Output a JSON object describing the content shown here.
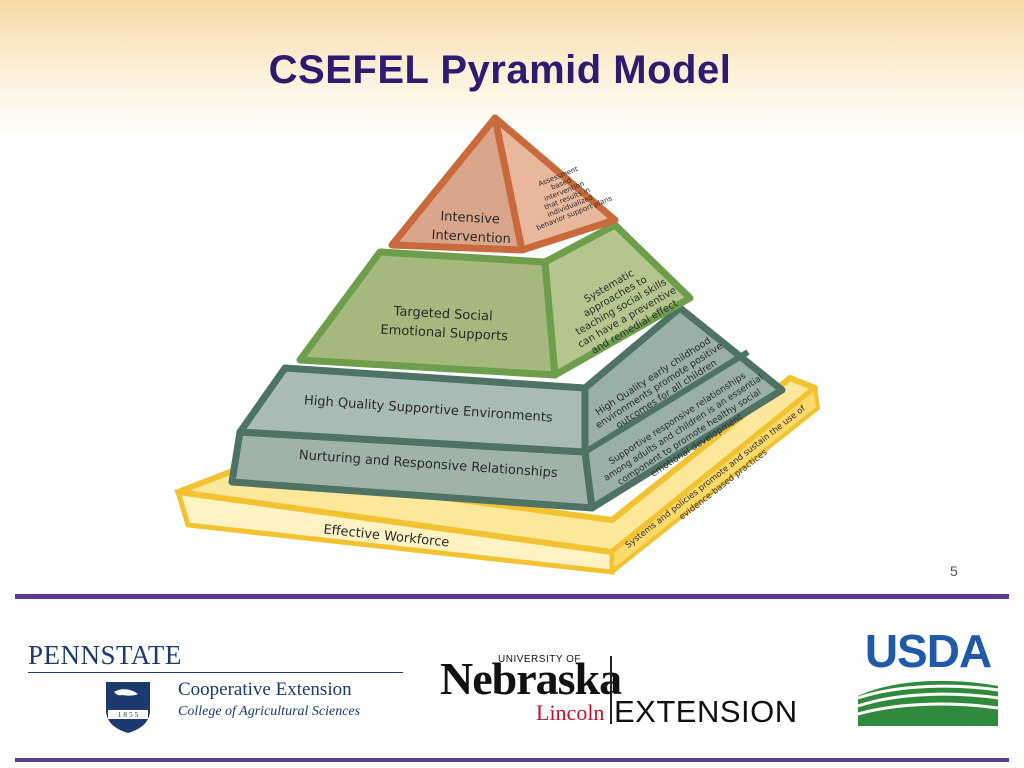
{
  "slide": {
    "title": "CSEFEL Pyramid Model",
    "page_number": "5"
  },
  "pyramid": {
    "tiers": [
      {
        "label_lines": [
          "Intensive",
          "Intervention"
        ],
        "side_lines": [
          "Assessment",
          "based",
          "intervention",
          "that results in",
          "individualized",
          "behavior support plans"
        ]
      },
      {
        "label_lines": [
          "Targeted Social",
          "Emotional Supports"
        ],
        "side_lines": [
          "Systematic",
          "approaches to",
          "teaching social skills",
          "can have a preventive",
          "and remedial effect"
        ]
      },
      {
        "label_lines": [
          "High Quality Supportive Environments"
        ],
        "side_lines": [
          "High Quality early childhood",
          "environments promote positive",
          "outcomes for all children"
        ]
      },
      {
        "label_lines": [
          "Nurturing and Responsive Relationships"
        ],
        "side_lines": [
          "Supportive responsive relationships",
          "among adults and children is an essential",
          "component to promote healthy social",
          "emotional development"
        ]
      }
    ],
    "base": {
      "label": "Effective Workforce",
      "side_lines": [
        "Systems and policies promote and sustain the use of",
        "evidence-based practices"
      ]
    },
    "colors": {
      "top_front": "#d9a58b",
      "top_side": "#e8b89c",
      "top_outline": "#c96a3d",
      "middle_front": "#a5b97e",
      "middle_side": "#b4c68e",
      "middle_outline": "#6e9e4c",
      "lower_front": "#9fb3a9",
      "lower_side": "#a9bcb3",
      "lower_outline": "#4e7263",
      "base_front": "#fde79a",
      "base_outline": "#f2c230"
    }
  },
  "logos": {
    "pennstate": {
      "name": "PENNSTATE",
      "shield_year": "1 8 5 5",
      "line1": "Cooperative Extension",
      "line2": "College of Agricultural Sciences"
    },
    "nebraska": {
      "university": "UNIVERSITY OF",
      "name": "Nebraska",
      "campus": "Lincoln",
      "extension": "EXTENSION"
    },
    "usda": {
      "name": "USDA",
      "colors": {
        "blue": "#1e5aa8",
        "green": "#2f8a3e"
      }
    }
  }
}
